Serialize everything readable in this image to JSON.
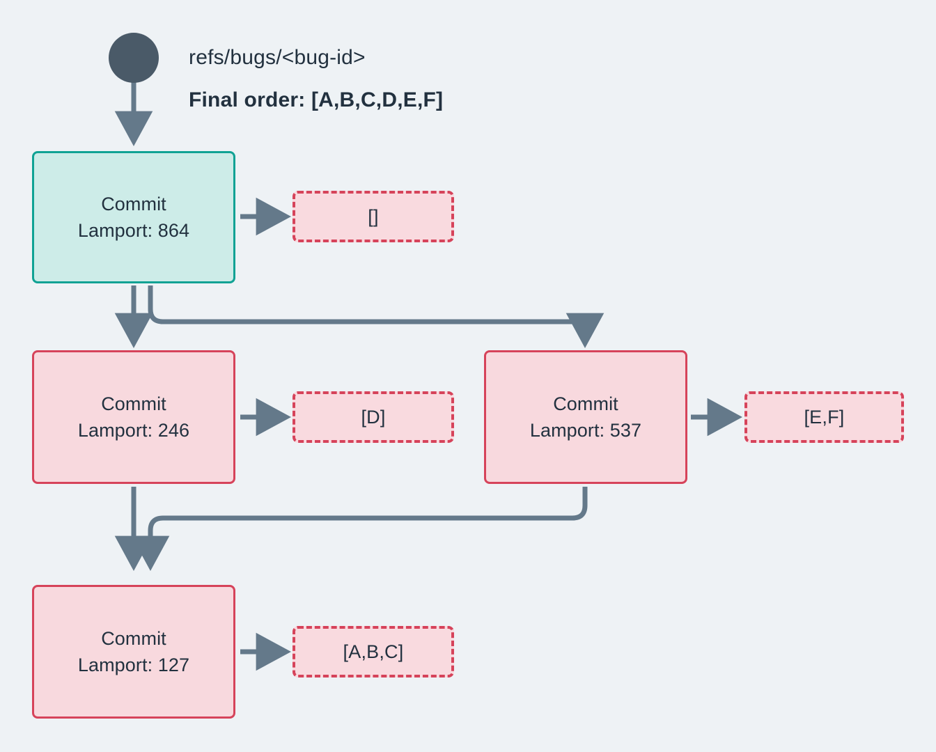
{
  "diagram": {
    "type": "commit-lamport-ordering-flow",
    "background_color": "#eef2f5",
    "root": {
      "dot_name": "root-node-dot",
      "ref_label": "refs/bugs/<bug-id>",
      "final_order_label": "Final order: [A,B,C,D,E,F]"
    },
    "colors": {
      "start_fill": "#cdece8",
      "start_border": "#10a294",
      "pending_fill": "#f8d9de",
      "pending_border": "#d6435a",
      "payload_fill": "#f9dadf",
      "payload_border": "#d6435a",
      "edge": "#64798a",
      "text": "#22313f",
      "root_dot": "#4a5a68"
    },
    "nodes": [
      {
        "id": "commit-864",
        "title": "Commit",
        "lamport": "Lamport: 864",
        "state": "start",
        "payload": "[]",
        "payload_id": "payload-864"
      },
      {
        "id": "commit-246",
        "title": "Commit",
        "lamport": "Lamport: 246",
        "state": "pending",
        "payload": "[D]",
        "payload_id": "payload-246"
      },
      {
        "id": "commit-537",
        "title": "Commit",
        "lamport": "Lamport: 537",
        "state": "pending",
        "payload": "[E,F]",
        "payload_id": "payload-537"
      },
      {
        "id": "commit-127",
        "title": "Commit",
        "lamport": "Lamport: 127",
        "state": "pending",
        "payload": "[A,B,C]",
        "payload_id": "payload-127"
      }
    ],
    "edges": [
      {
        "from": "root",
        "to": "commit-864"
      },
      {
        "from": "commit-864",
        "to": "commit-246"
      },
      {
        "from": "commit-864",
        "to": "commit-537"
      },
      {
        "from": "commit-246",
        "to": "commit-127"
      },
      {
        "from": "commit-537",
        "to": "commit-127"
      },
      {
        "from": "commit-864",
        "to": "payload-864"
      },
      {
        "from": "commit-246",
        "to": "payload-246"
      },
      {
        "from": "commit-537",
        "to": "payload-537"
      },
      {
        "from": "commit-127",
        "to": "payload-127"
      }
    ]
  }
}
